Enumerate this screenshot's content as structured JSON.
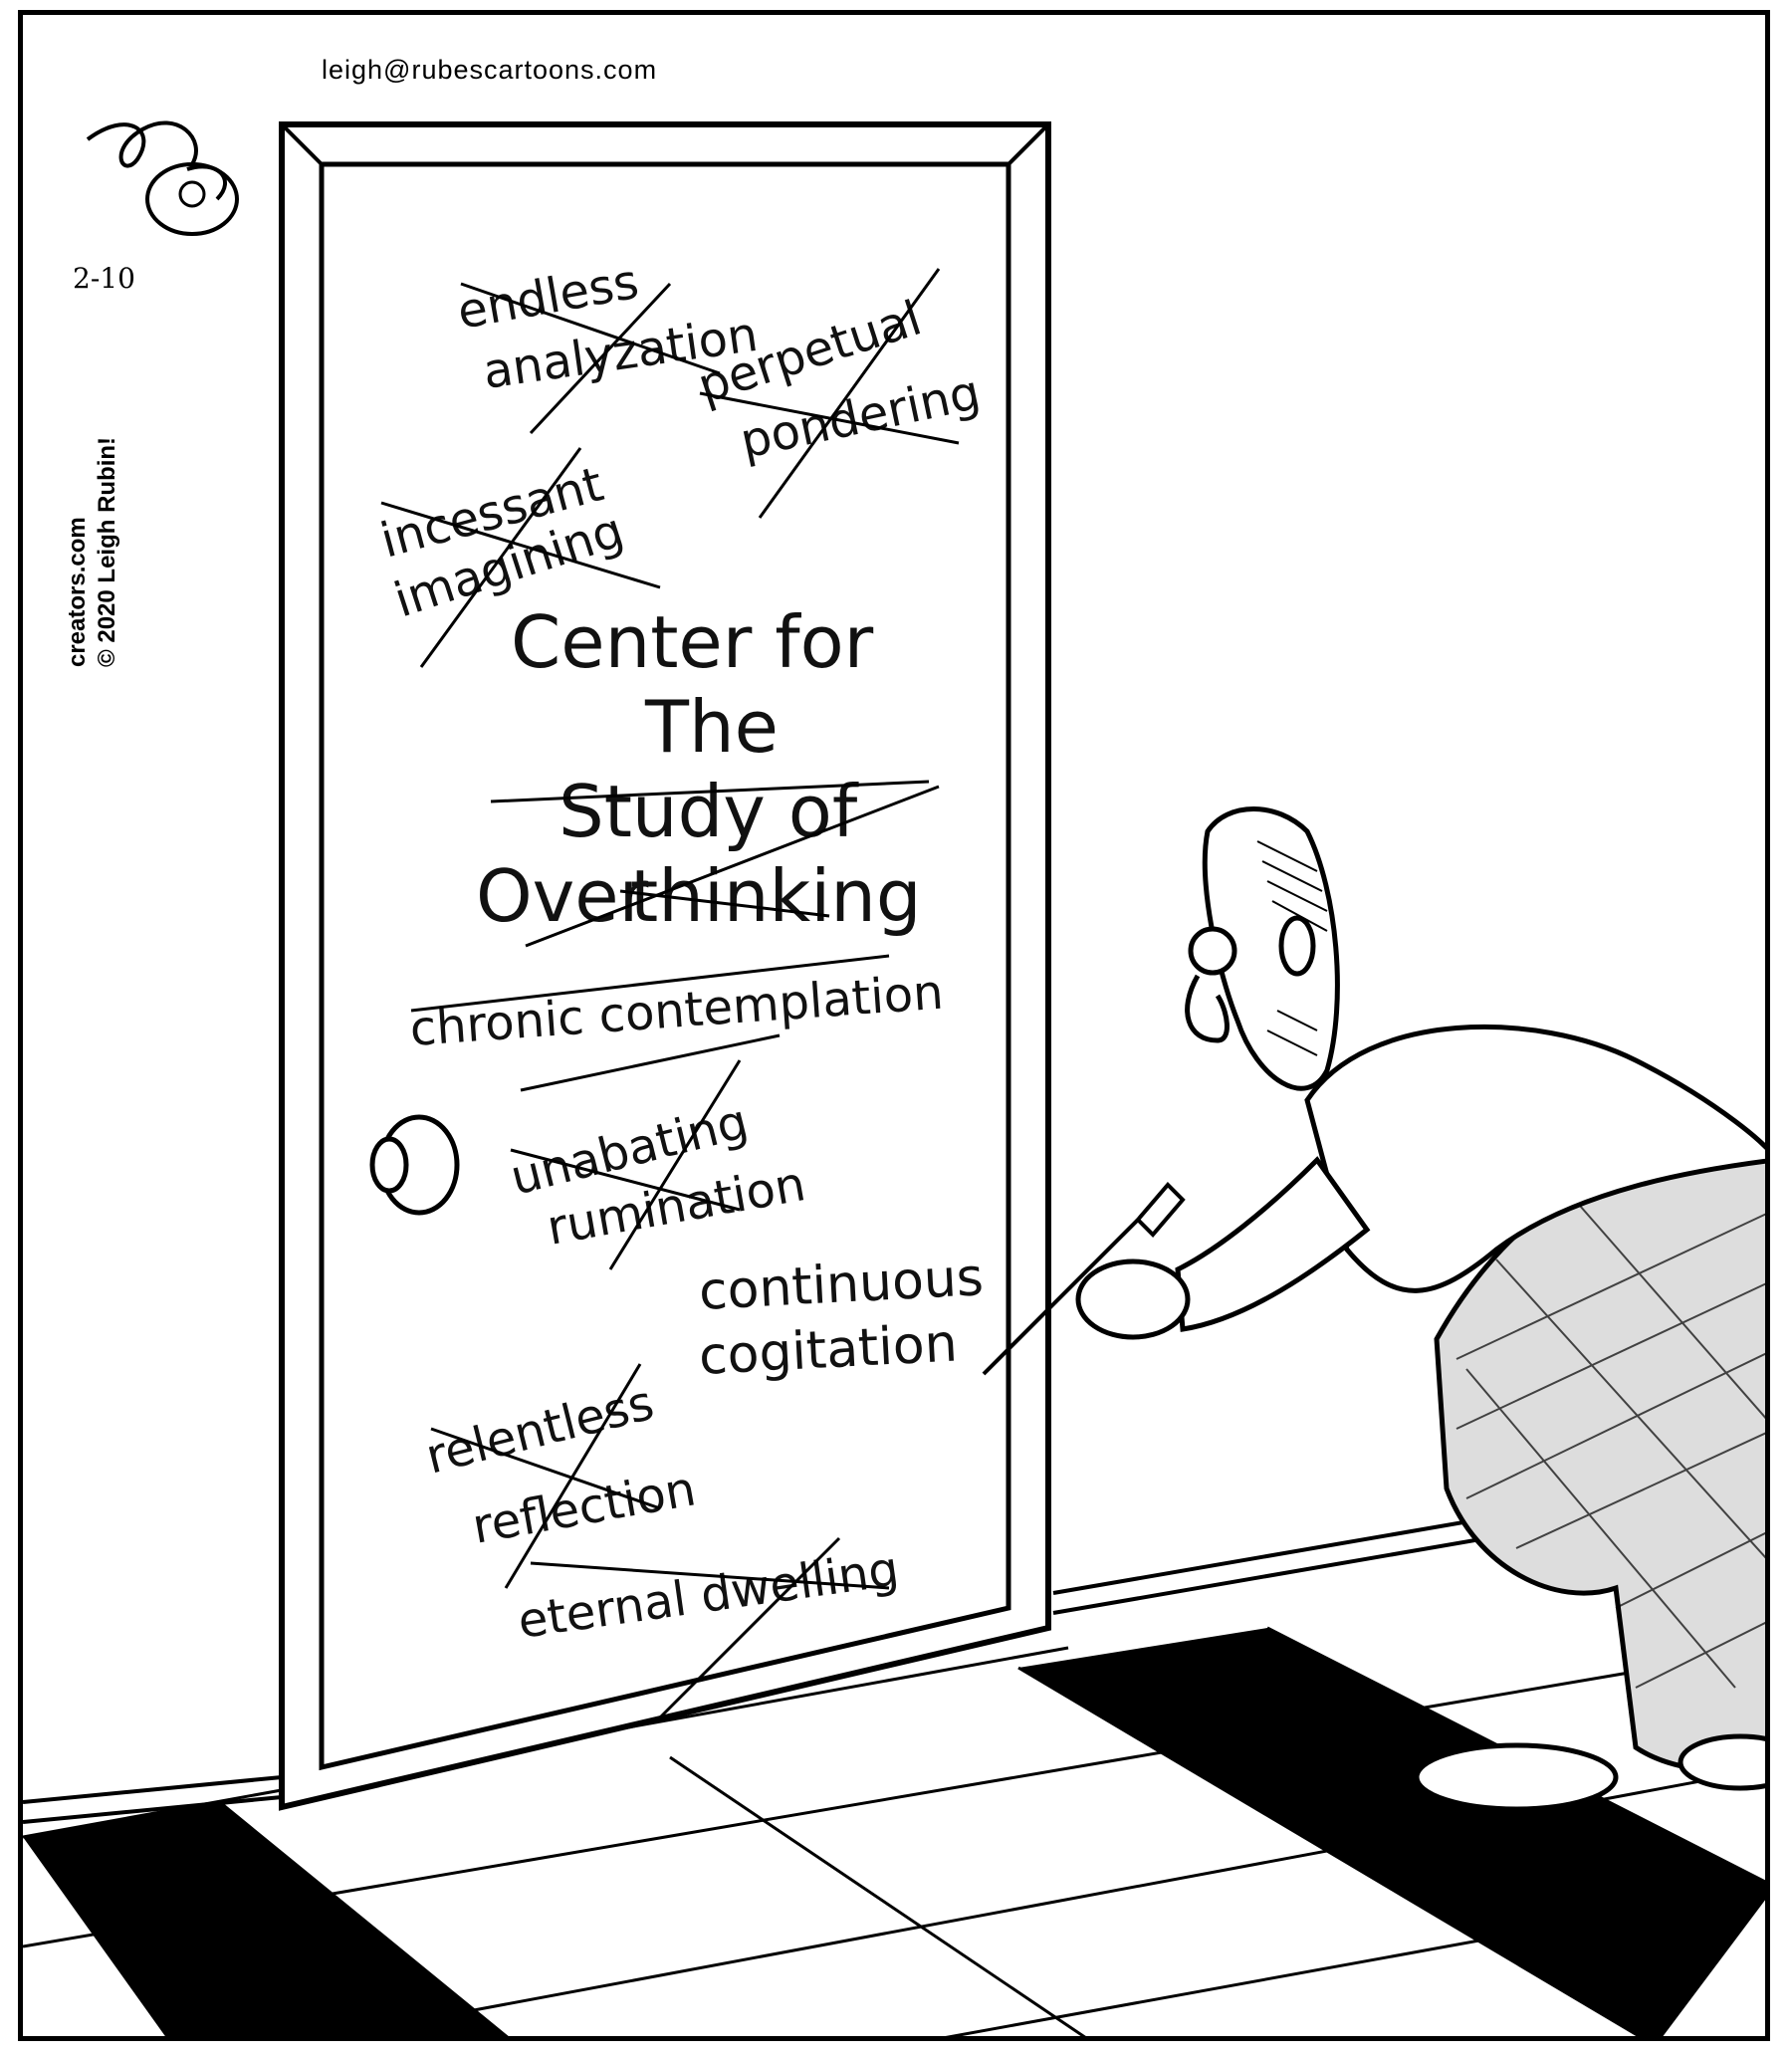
{
  "credits": {
    "email": "leigh@rubescartoons.com",
    "site": "creators.com",
    "copyright": "© 2020 Leigh Rubin!",
    "signature": "Leigh",
    "date": "2-10"
  },
  "door_sign": {
    "line1": "Center for",
    "line2": "The",
    "line3": "Study of",
    "line4_over": "Over",
    "line4_rest": "thinking"
  },
  "crossed_out_phrases": [
    "endless",
    "analyzation",
    "perpetual",
    "pondering",
    "incessant",
    "imagining",
    "chronic contemplation",
    "unabating",
    "rumination",
    "relentless",
    "reflection",
    "eternal dwelling"
  ],
  "current_phrase": {
    "line1": "continuous",
    "line2": "cogitation"
  },
  "colors": {
    "ink": "#000000",
    "paper": "#ffffff"
  }
}
